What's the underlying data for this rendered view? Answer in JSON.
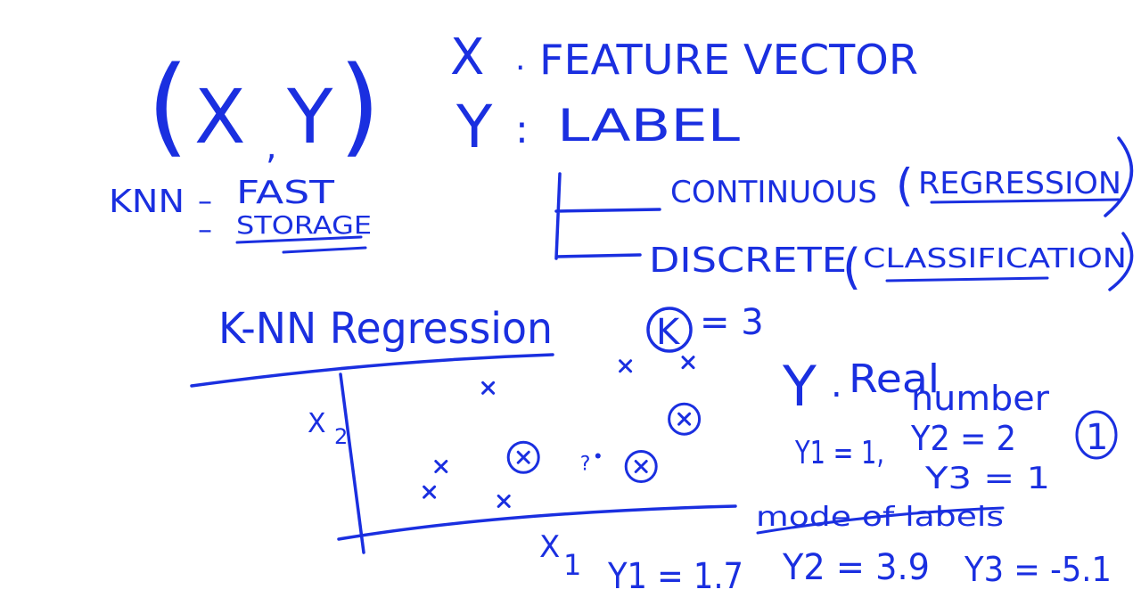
{
  "ink_color": "#1a2fe0",
  "background_color": "#ffffff",
  "pair_notation": {
    "open_paren": "(",
    "x": "X",
    "comma": ",",
    "y": "Y",
    "close_paren": ")"
  },
  "definitions": {
    "x_symbol": "X",
    "x_separator": ".",
    "x_meaning": "FEATURE VECTOR",
    "y_symbol": "Y",
    "y_separator": ":",
    "y_meaning": "LABEL"
  },
  "label_types": [
    {
      "name": "CONTINUOUS",
      "task": "REGRESSION"
    },
    {
      "name": "DISCRETE",
      "task": "CLASSIFICATION"
    }
  ],
  "knn_notes": {
    "abbreviation": "KNN",
    "dash1": "–",
    "fast": "FAST",
    "dash2": "–",
    "storage": "STORAGE"
  },
  "regression": {
    "title": "K-NN Regression",
    "k_symbol": "K",
    "k_equals": "= 3",
    "y_symbol": "Y",
    "y_separator": ".",
    "y_real": "Real",
    "y_number": "number",
    "plot_y_axis_label": "X",
    "plot_y_axis_subscript": "2",
    "plot_x_axis_label": "X",
    "plot_x_axis_subscript": "1",
    "query_label": "?",
    "example1_y1": "Y1 = 1,",
    "example1_y2": "Y2 = 2",
    "example1_y3": "Y3 = 1",
    "example1_prediction": "1",
    "mode_note": "mode of labels",
    "example2_y1": "Y1 = 1.7",
    "example2_y2": "Y2 = 3.9",
    "example2_y3": "Y3 = -5.1"
  },
  "plot_points": [
    {
      "x1": 2.9,
      "x2": 7.3,
      "nearest": false
    },
    {
      "x1": 1.7,
      "x2": 3.0,
      "nearest": false
    },
    {
      "x1": 1.4,
      "x2": 1.6,
      "nearest": false
    },
    {
      "x1": 3.3,
      "x2": 1.1,
      "nearest": false
    },
    {
      "x1": 3.8,
      "x2": 3.5,
      "nearest": true
    },
    {
      "x1": 6.4,
      "x2": 8.5,
      "nearest": false
    },
    {
      "x1": 8.0,
      "x2": 8.7,
      "nearest": false
    },
    {
      "x1": 7.9,
      "x2": 5.6,
      "nearest": true
    },
    {
      "x1": 6.8,
      "x2": 3.0,
      "nearest": true
    }
  ],
  "query_point": {
    "x1": 5.7,
    "x2": 3.0
  }
}
